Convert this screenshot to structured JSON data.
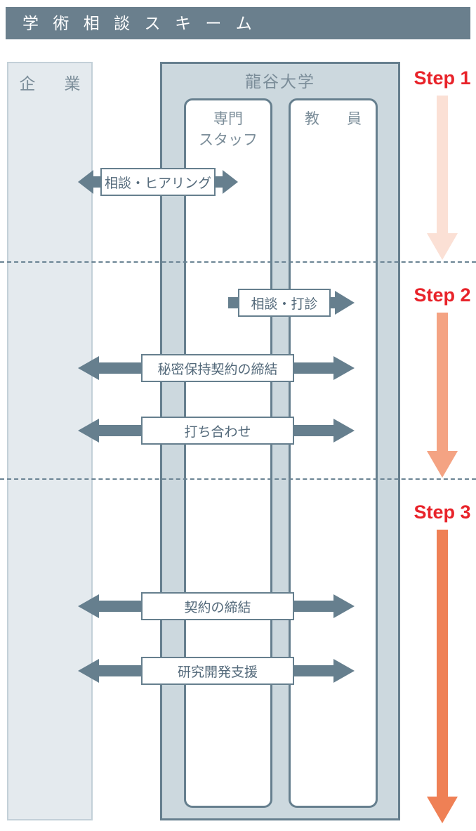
{
  "header": {
    "title": "学 術 相 談 ス キ ー ム",
    "bg_color": "#6a7f8d",
    "text_color": "#ffffff"
  },
  "columns": {
    "company": {
      "label": "企　業",
      "fill": "#e4eaee",
      "border": "#c3d0d8"
    },
    "university": {
      "label": "龍谷大学",
      "fill": "#ccd8de",
      "border": "#667f8e",
      "inner": [
        {
          "label_line1": "専門",
          "label_line2": "スタッフ"
        },
        {
          "label_line1": "教　員",
          "label_line2": ""
        }
      ]
    }
  },
  "steps": [
    {
      "label": "Step 1",
      "color": "#fbe0d5",
      "text_color": "#e8232a"
    },
    {
      "label": "Step 2",
      "color": "#f4a383",
      "text_color": "#e8232a"
    },
    {
      "label": "Step 3",
      "color": "#ef8055",
      "text_color": "#e8232a"
    }
  ],
  "flows": [
    {
      "label": "相談・ヒアリング",
      "direction": "both",
      "step": 1
    },
    {
      "label": "相談・打診",
      "direction": "right",
      "step": 2
    },
    {
      "label": "秘密保持契約の締結",
      "direction": "both",
      "step": 2
    },
    {
      "label": "打ち合わせ",
      "direction": "both",
      "step": 2
    },
    {
      "label": "契約の締結",
      "direction": "both",
      "step": 3
    },
    {
      "label": "研究開発支援",
      "direction": "both",
      "step": 3
    }
  ],
  "arrow_color": "#667f8e",
  "divider_color": "#6b8494"
}
